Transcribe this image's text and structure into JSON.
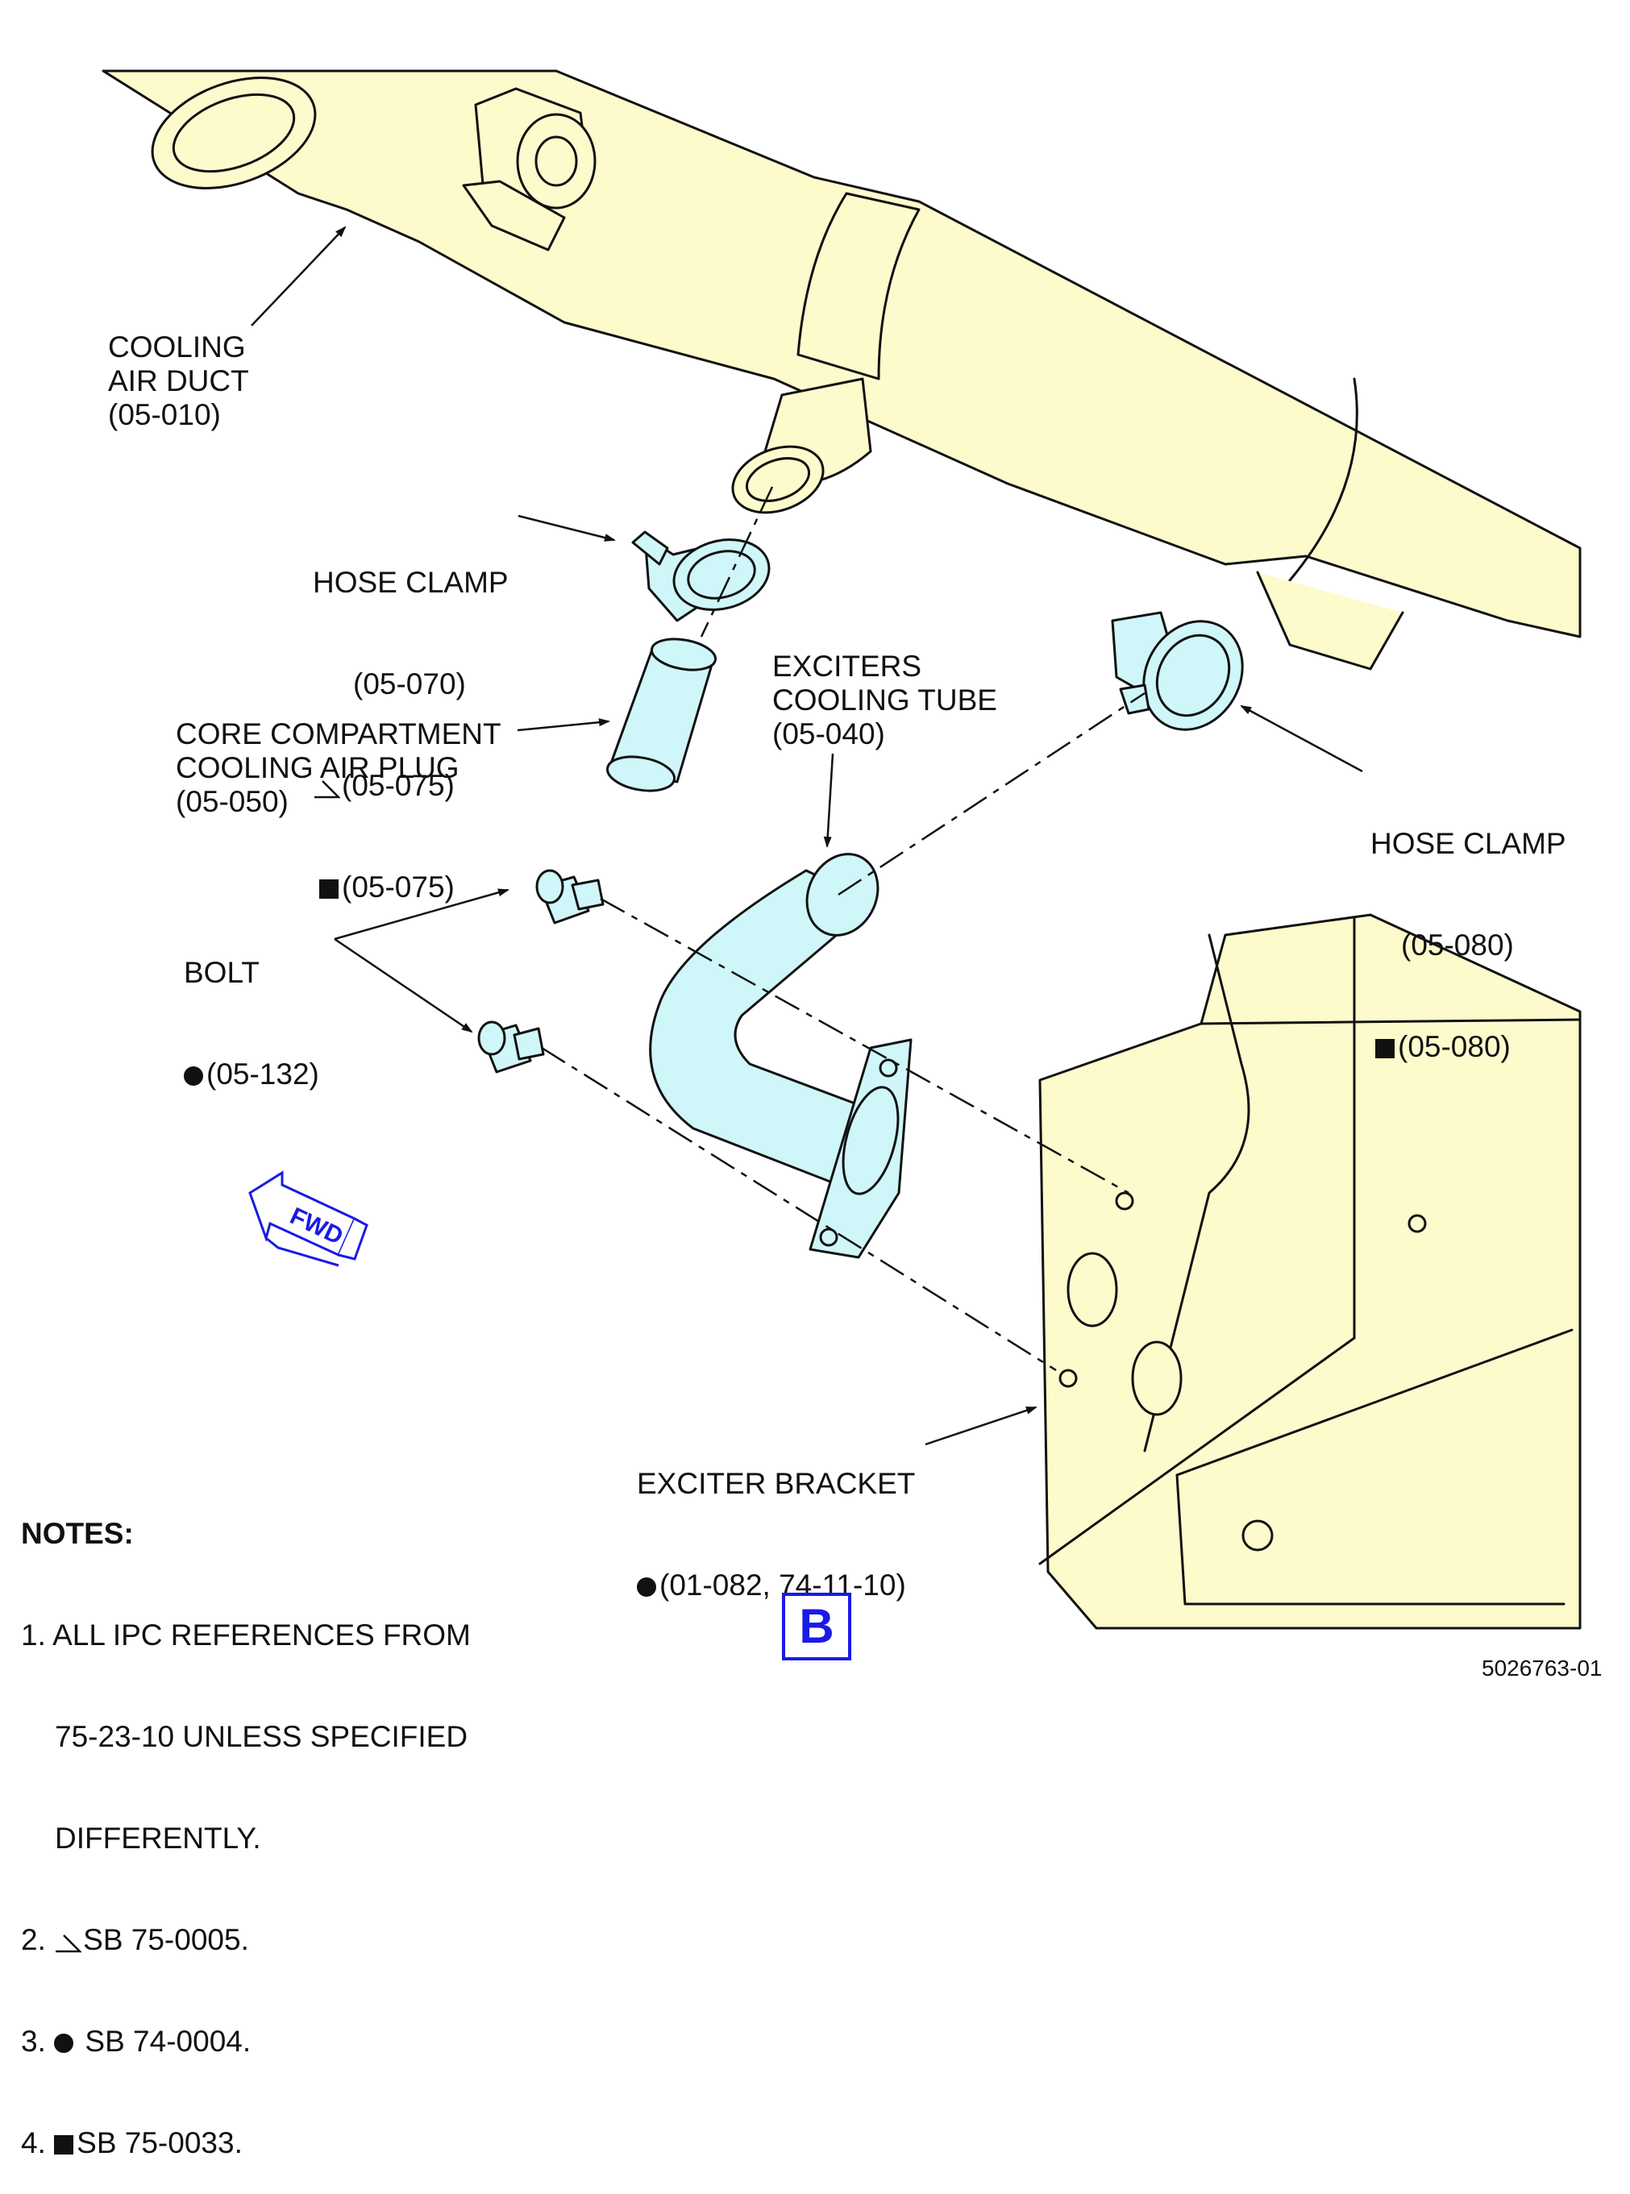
{
  "labels": {
    "cooling_air_duct": [
      "COOLING",
      "AIR DUCT",
      "(05-010)"
    ],
    "hose_clamp_a": {
      "name": "HOSE CLAMP",
      "ref1": "(05-070)",
      "ref2": "(05-075)",
      "ref3": "(05-075)"
    },
    "core_plug": [
      "CORE COMPARTMENT",
      "COOLING AIR PLUG",
      "(05-050)"
    ],
    "exciters_tube": [
      "EXCITERS",
      "COOLING TUBE",
      "(05-040)"
    ],
    "hose_clamp_b": {
      "name": "HOSE CLAMP",
      "ref1": "(05-080)",
      "ref2": "(05-080)"
    },
    "bolt": {
      "name": "BOLT",
      "ref": "(05-132)"
    },
    "exciter_bracket": {
      "name": "EXCITER BRACKET",
      "ref": "(01-082, 74-11-10)"
    }
  },
  "notes": {
    "title": "NOTES:",
    "n1a": "1. ALL IPC REFERENCES FROM",
    "n1b": "75-23-10 UNLESS SPECIFIED",
    "n1c": "DIFFERENTLY.",
    "n2num": "2.",
    "n2": "SB 75-0005.",
    "n3num": "3.",
    "n3": "SB 74-0004.",
    "n4num": "4.",
    "n4": "SB 75-0033."
  },
  "fwd_arrow": "FWD",
  "view_letter": "B",
  "drawing_number": "5026763-01",
  "colors": {
    "yellow_part": "#fdfbcc",
    "blue_part": "#cff6f9",
    "accent_blue": "#1a1ae6",
    "line": "#111111"
  },
  "symbols": {
    "triangle": "note-2-symbol",
    "circle": "note-3-symbol",
    "square": "note-4-symbol"
  }
}
